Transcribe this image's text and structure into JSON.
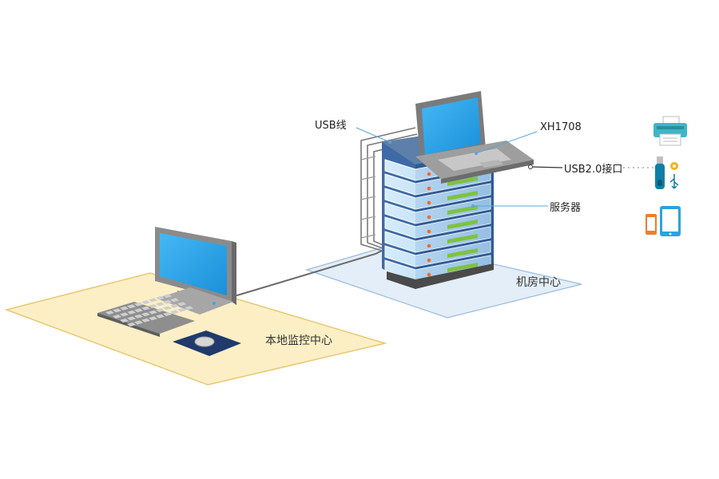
{
  "labels": {
    "usb_cable": "USB线",
    "model": "XH1708",
    "usb_port": "USB2.0接口",
    "server": "服务器",
    "machine_room": "机房中心",
    "local_monitor": "本地监控中心"
  },
  "icons": {
    "printer": "printer-icon",
    "usb_drive": "usb-flash-drive-icon",
    "phone_tablet": "phone-tablet-icon"
  },
  "colors": {
    "local_area_fill": "#fcefc6",
    "local_area_stroke": "#e7c873",
    "room_area_fill": "#e3eef9",
    "room_area_stroke": "#9bbcdc",
    "screen": "#29a8f0",
    "server_blue": "#b6d9f5",
    "cabinet": "#2f5b96",
    "led_green": "#7ec242",
    "led_orange": "#f06a2a",
    "cable": "#6b6b6b"
  }
}
